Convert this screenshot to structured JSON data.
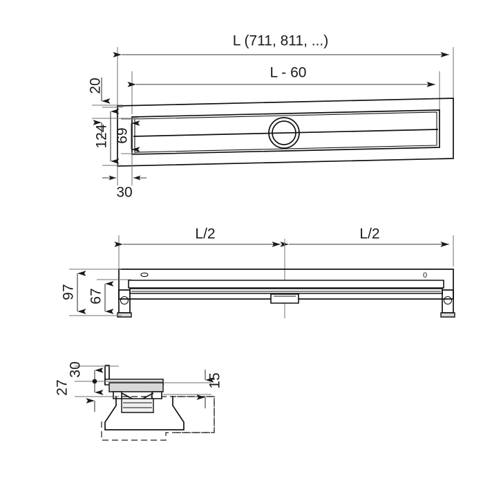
{
  "drawing": {
    "title": "Linear shower drain channel - technical dimension drawing",
    "units": "mm",
    "line_color": "#101010",
    "dimension_color": "#3a3a3a",
    "extension_color": "#6e6e6e",
    "background": "#ffffff"
  },
  "views": {
    "top": {
      "name": "top-view",
      "dimensions": {
        "overall_length": "L (711, 811, ...)",
        "inner_length": "L - 60",
        "edge_offset": "30",
        "top_margin": "20",
        "inner_width": "69",
        "overall_width": "124"
      }
    },
    "front": {
      "name": "front-view",
      "dimensions": {
        "half_left": "L/2",
        "half_right": "L/2",
        "overall_height": "97",
        "inner_height": "67"
      },
      "marks": {
        "right_mark": "0"
      }
    },
    "detail": {
      "name": "detail-section-view",
      "dimensions": {
        "upper": "30",
        "lower": "27",
        "gap": "15"
      }
    }
  }
}
